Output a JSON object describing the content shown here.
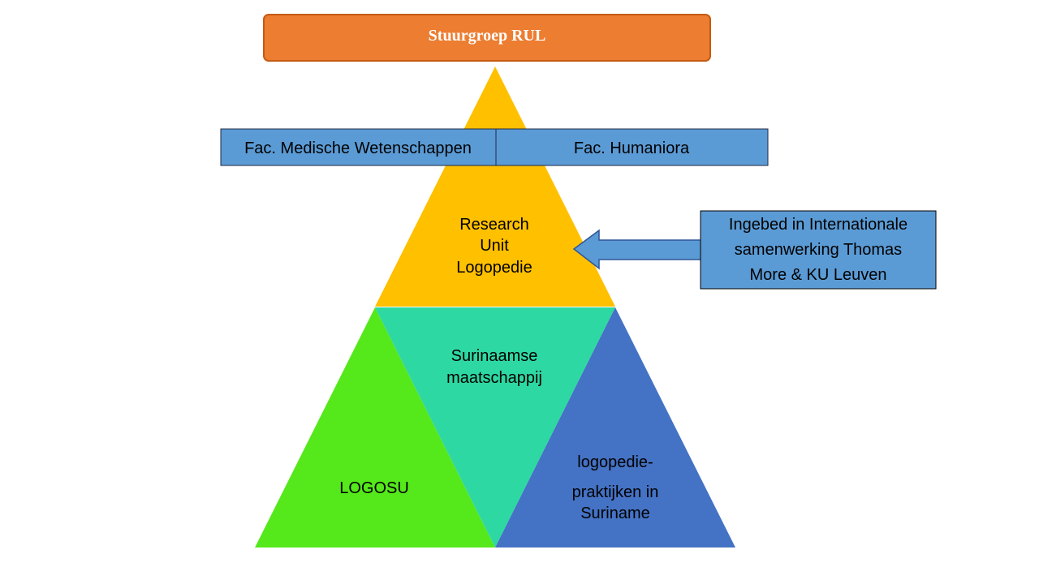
{
  "title": "Stuurgroep RUL",
  "faculties": {
    "left": "Fac. Medische Wetenschappen",
    "right": "Fac. Humaniora"
  },
  "apex": {
    "line1": "Research",
    "line2": "Unit",
    "line3": "Logopedie"
  },
  "center": {
    "line1": "Surinaamse",
    "line2": "maatschappij"
  },
  "left_triangle": {
    "label": "LOGOSU"
  },
  "right_triangle": {
    "line1": "logopedie-",
    "line2": "praktijken in",
    "line3": "Suriname"
  },
  "callout": {
    "line1": "Ingebed in Internationale",
    "line2": "samenwerking Thomas",
    "line3": "More & KU Leuven"
  },
  "colors": {
    "title_box": "#ED7D31",
    "apex": "#FFC000",
    "center": "#2ED8A3",
    "left": "#55E81A",
    "right": "#4472C4",
    "faculty_box": "#5B9BD5",
    "callout_box": "#5B9BD5"
  }
}
